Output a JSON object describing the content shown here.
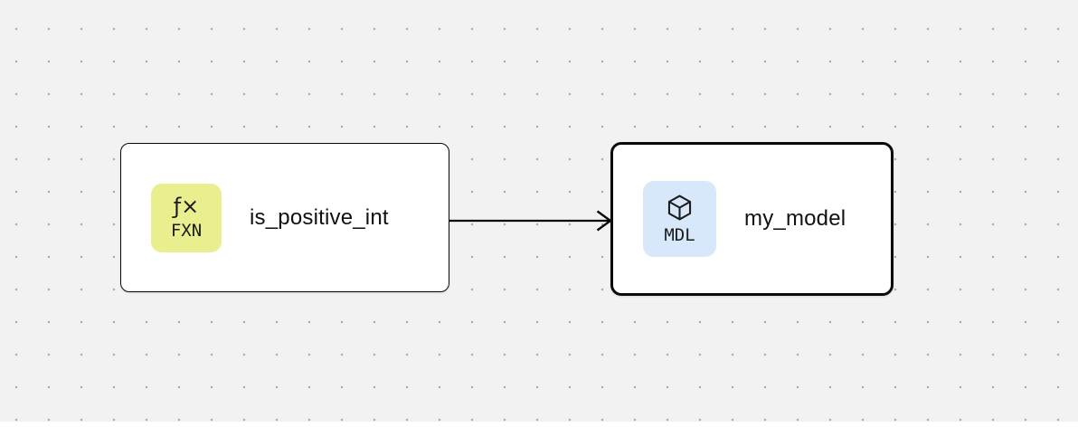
{
  "theme": {
    "canvas_bg": "#f1f2f1",
    "dot_color": "#a9a9a9",
    "node_bg": "#ffffff",
    "node_border": "#0a0a0a",
    "fxn_badge_bg": "#e9ee8e",
    "mdl_badge_bg": "#d6e8fa",
    "text_color": "#111111"
  },
  "canvas": {
    "type": "node-graph-editor",
    "grid": "dotted"
  },
  "nodes": [
    {
      "label": "is_positive_int",
      "kind": "function",
      "selected": false,
      "badge": {
        "glyph": "ƒ×",
        "code": "FXN",
        "color": "#e9ee8e"
      }
    },
    {
      "label": "my_model",
      "kind": "model",
      "selected": true,
      "badge": {
        "icon": "cube-icon",
        "code": "MDL",
        "color": "#d6e8fa"
      }
    }
  ],
  "edges": [
    {
      "from": "is_positive_int",
      "to": "my_model",
      "style": "straight-arrow"
    }
  ]
}
